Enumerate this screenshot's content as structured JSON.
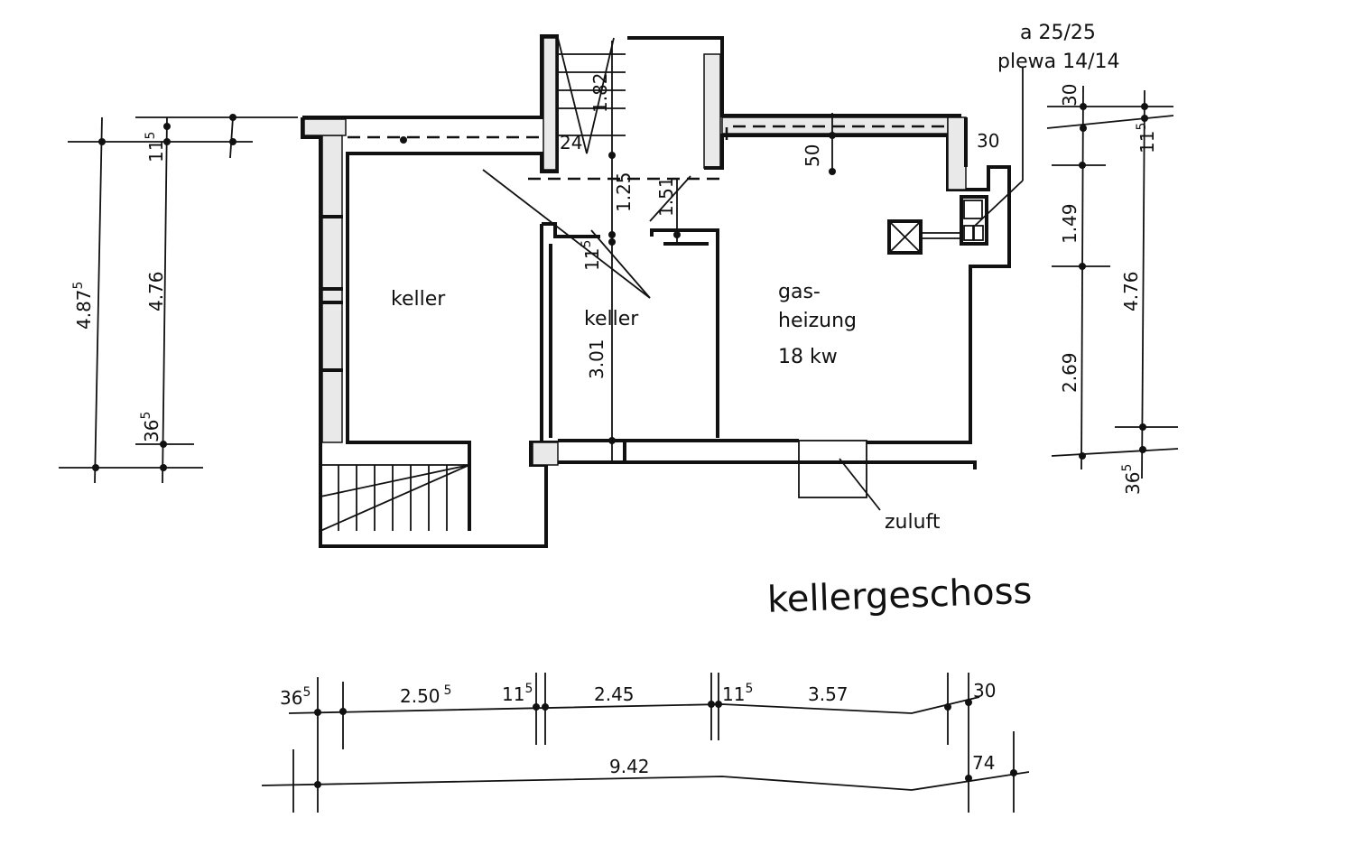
{
  "title": "kellergeschoss",
  "rooms": {
    "keller_left": "keller",
    "keller_middle": "keller",
    "heating_line1": "gas-",
    "heating_line2": "heizung",
    "heating_line3": "18 kw"
  },
  "annotations": {
    "chimney_line1": "a 25/25",
    "chimney_line2": "plewa 14/14",
    "zuluft": "zuluft"
  },
  "dimensions": {
    "left": [
      {
        "base": "4.87",
        "sup": "5"
      },
      {
        "base": "11",
        "sup": "5"
      },
      {
        "base": "4.76",
        "sup": ""
      },
      {
        "base": "36",
        "sup": "5"
      }
    ],
    "interior": [
      {
        "base": "1.82",
        "sup": ""
      },
      {
        "base": "24",
        "sup": ""
      },
      {
        "base": "1.25",
        "sup": ""
      },
      {
        "base": "1.51",
        "sup": ""
      },
      {
        "base": "11",
        "sup": "5"
      },
      {
        "base": "3.01",
        "sup": ""
      },
      {
        "base": "50",
        "sup": ""
      },
      {
        "base": "30",
        "sup": ""
      }
    ],
    "right": [
      {
        "base": "30",
        "sup": ""
      },
      {
        "base": "11",
        "sup": "5"
      },
      {
        "base": "1.49",
        "sup": ""
      },
      {
        "base": "4.76",
        "sup": ""
      },
      {
        "base": "2.69",
        "sup": ""
      },
      {
        "base": "36",
        "sup": "5"
      }
    ],
    "bottom_row1": [
      {
        "base": "36",
        "sup": "5"
      },
      {
        "base": "2.50",
        "sup": "5"
      },
      {
        "base": "11",
        "sup": "5"
      },
      {
        "base": "2.45",
        "sup": ""
      },
      {
        "base": "11",
        "sup": "5"
      },
      {
        "base": "3.57",
        "sup": ""
      },
      {
        "base": "30",
        "sup": ""
      }
    ],
    "bottom_row2": [
      {
        "base": "9.42",
        "sup": ""
      },
      {
        "base": "74",
        "sup": ""
      }
    ]
  }
}
